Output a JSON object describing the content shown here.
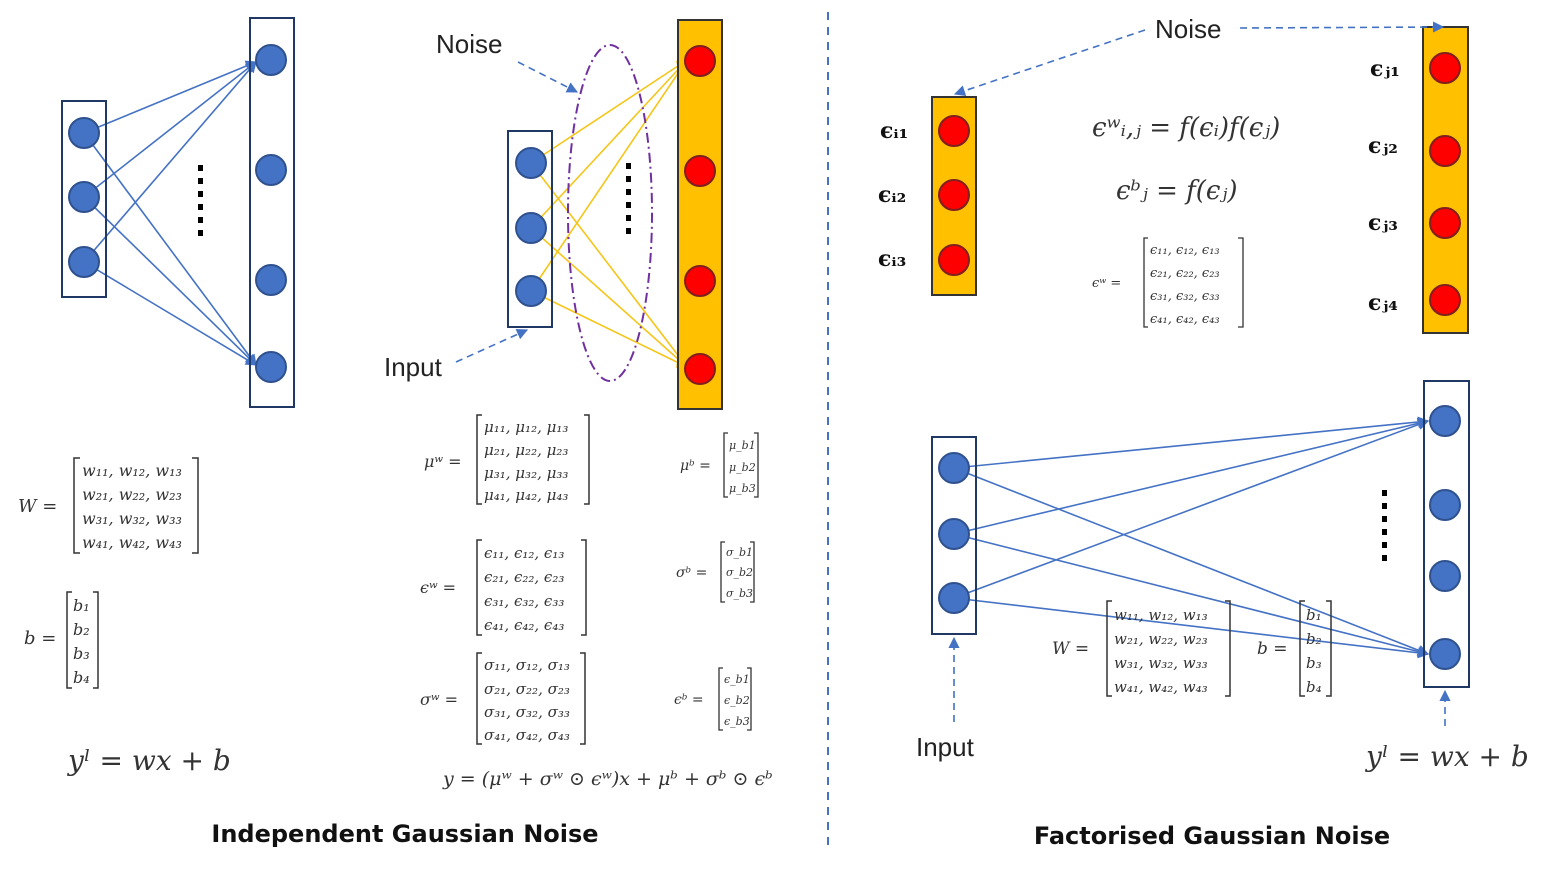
{
  "colors": {
    "blue_node": "#4472C4",
    "blue_line": "#4472C4",
    "red_node": "#FF0000",
    "orange_fill": "#FFC000",
    "yellow_line": "#F5C518",
    "purple_dash": "#7030A0",
    "dark": "#1F1F1F"
  },
  "labels": {
    "noise_left": "Noise",
    "input_left": "Input",
    "noise_right": "Noise",
    "input_right": "Input",
    "caption_left": "Independent Gaussian Noise",
    "caption_right": "Factorised Gaussian Noise"
  },
  "left_panel": {
    "W_lhs": "W =",
    "W_rows": [
      "w₁₁, w₁₂, w₁₃",
      "w₂₁, w₂₂, w₂₃",
      "w₃₁, w₃₂, w₃₃",
      "w₄₁, w₄₂, w₄₃"
    ],
    "b_lhs": "b =",
    "b_rows": [
      "b₁",
      "b₂",
      "b₃",
      "b₄"
    ],
    "eq": "yˡ = wx + b"
  },
  "middle_panel": {
    "mu_w_lhs": "μʷ =",
    "mu_w_rows": [
      "μ₁₁, μ₁₂, μ₁₃",
      "μ₂₁, μ₂₂, μ₂₃",
      "μ₃₁, μ₃₂, μ₃₃",
      "μ₄₁, μ₄₂, μ₄₃"
    ],
    "mu_b_lhs": "μᵇ =",
    "mu_b_rows": [
      "μ_b1",
      "μ_b2",
      "μ_b3"
    ],
    "eps_w_lhs": "ϵʷ =",
    "eps_w_rows": [
      "ϵ₁₁, ϵ₁₂, ϵ₁₃",
      "ϵ₂₁, ϵ₂₂, ϵ₂₃",
      "ϵ₃₁, ϵ₃₂, ϵ₃₃",
      "ϵ₄₁, ϵ₄₂, ϵ₄₃"
    ],
    "sigma_b_lhs": "σᵇ =",
    "sigma_b_rows": [
      "σ_b1",
      "σ_b2",
      "σ_b3"
    ],
    "sigma_w_lhs": "σʷ =",
    "sigma_w_rows": [
      "σ₁₁, σ₁₂, σ₁₃",
      "σ₂₁, σ₂₂, σ₂₃",
      "σ₃₁, σ₃₂, σ₃₃",
      "σ₄₁, σ₄₂, σ₄₃"
    ],
    "eps_b_lhs": "ϵᵇ =",
    "eps_b_rows": [
      "ϵ_b1",
      "ϵ_b2",
      "ϵ_b3"
    ],
    "eq": "y = (μʷ + σʷ ⊙ ϵʷ)x + μᵇ + σᵇ ⊙ ϵᵇ"
  },
  "right_panel": {
    "eps_i": [
      "ϵᵢ₁",
      "ϵᵢ₂",
      "ϵᵢ₃"
    ],
    "eps_j": [
      "ϵⱼ₁",
      "ϵⱼ₂",
      "ϵⱼ₃",
      "ϵⱼ₄"
    ],
    "eq1": "ϵʷᵢ,ⱼ = f(ϵᵢ)f(ϵⱼ)",
    "eq2": "ϵᵇⱼ = f(ϵⱼ)",
    "eps_w_lhs": "ϵʷ =",
    "eps_w_rows": [
      "ϵ₁₁, ϵ₁₂, ϵ₁₃",
      "ϵ₂₁, ϵ₂₂, ϵ₂₃",
      "ϵ₃₁, ϵ₃₂, ϵ₃₃",
      "ϵ₄₁, ϵ₄₂, ϵ₄₃"
    ],
    "W_lhs": "W =",
    "W_rows": [
      "w₁₁, w₁₂, w₁₃",
      "w₂₁, w₂₂, w₂₃",
      "w₃₁, w₃₂, w₃₃",
      "w₄₁, w₄₂, w₄₃"
    ],
    "b_lhs": "b =",
    "b_rows": [
      "b₁",
      "b₂",
      "b₃",
      "b₄"
    ],
    "eq": "yˡ = wx + b"
  }
}
